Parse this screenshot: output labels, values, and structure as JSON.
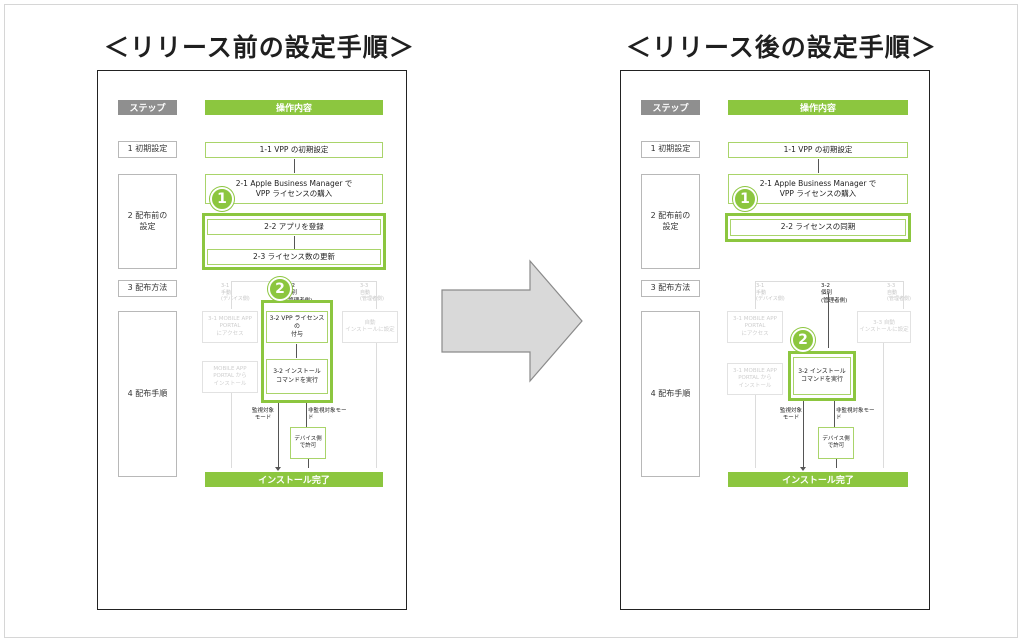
{
  "titles": {
    "before": "＜リリース前の設定手順＞",
    "after": "＜リリース後の設定手順＞"
  },
  "common": {
    "step_header": "ステップ",
    "op_header": "操作内容",
    "complete": "インストール完了"
  },
  "steps": {
    "s1": "1  初期設定",
    "s2": "2  配布前の\n設定",
    "s3": "3  配布方法",
    "s4": "4  配布手順"
  },
  "before": {
    "box_11": "1-1 VPP の初期設定",
    "box_21": "2-1 Apple Business Manager で\nVPP ライセンスの購入",
    "box_22": "2-2 アプリを登録",
    "box_23": "2-3 ライセンス数の更新",
    "badge1": "1",
    "badge2": "2",
    "method_31": "3-1\n手動\n(デバイス側)",
    "method_32": "3-2\n個別\n(管理者側)",
    "method_33": "3-3\n自動\n(管理者側)",
    "box_31a": "3-1 MOBILE APP\nPORTAL\nにアクセス",
    "box_31b": "MOBILE APP\nPORTAL から\nインストール",
    "box_32a": "3-2 VPP ライセンスの\n付与",
    "box_32b": "3-2 インストール\nコマンドを実行",
    "box_33": "自動\nインストールに設定",
    "supervised": "監視対象\nモード",
    "unsupervised": "非監視対象モー\nド",
    "device_allow": "デバイス側\nで許可"
  },
  "after": {
    "box_11": "1-1 VPP の初期設定",
    "box_21": "2-1 Apple Business Manager で\nVPP ライセンスの購入",
    "box_22": "2-2 ライセンスの同期",
    "badge1": "1",
    "badge2": "2",
    "method_31": "3-1\n手動\n(デバイス側)",
    "method_32": "3-2\n個別\n(管理者側)",
    "method_33": "3-3\n自動\n(管理者側)",
    "box_31a": "3-1 MOBILE APP\nPORTAL\nにアクセス",
    "box_31b": "3-1 MOBILE APP\nPORTAL から\nインストール",
    "box_32b": "3-2 インストール\nコマンドを実行",
    "box_33": "3-3 自動\nインストールに設定",
    "supervised": "監視対象\nモード",
    "unsupervised": "非監視対象モー\nド",
    "device_allow": "デバイス側\nで許可"
  },
  "colors": {
    "accent": "#8cc63f",
    "step_gray": "#8f8f8f",
    "arrow_fill": "#d9d9d9",
    "arrow_stroke": "#8a8a8a"
  }
}
